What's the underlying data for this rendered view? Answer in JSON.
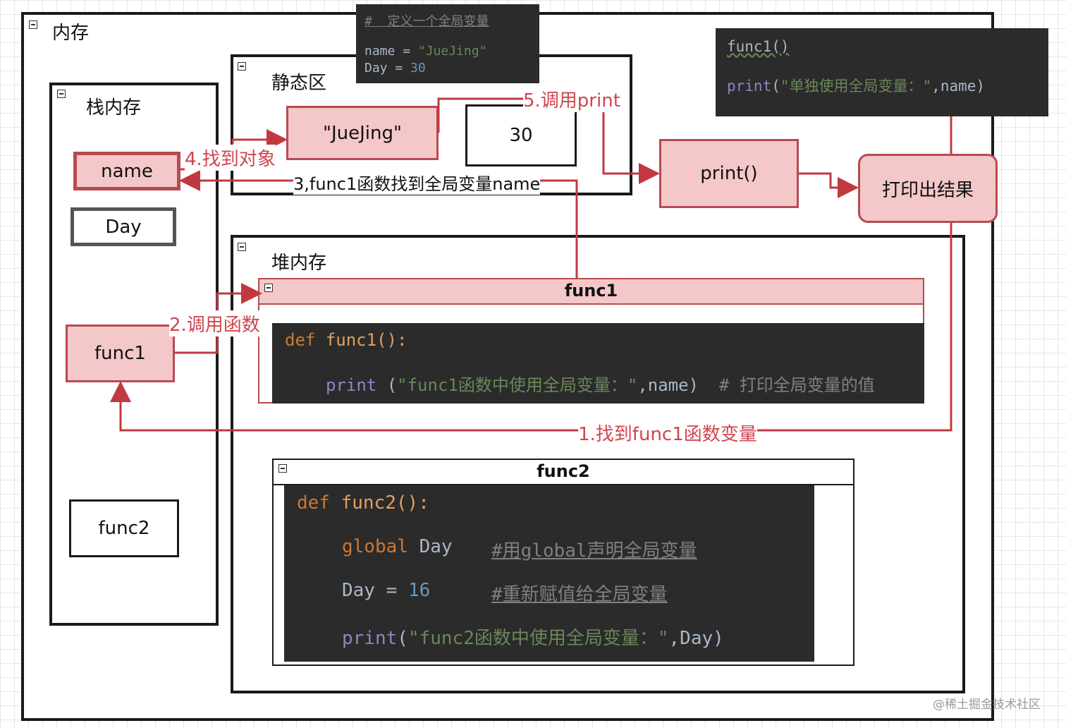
{
  "memory": {
    "title": "内存"
  },
  "stack": {
    "title": "栈内存",
    "items": {
      "name": "name",
      "day": "Day",
      "func1": "func1",
      "func2": "func2"
    }
  },
  "static_area": {
    "title": "静态区",
    "values": {
      "juejing": "\"JueJing\"",
      "thirty": "30"
    }
  },
  "heap": {
    "title": "堆内存",
    "func1_header": "func1",
    "func2_header": "func2"
  },
  "global_code": {
    "comment": "#  定义一个全局变量",
    "line1_name": "name",
    "line1_eq": " = ",
    "line1_str": "\"JueJing\"",
    "line2_name": "Day",
    "line2_eq": " = ",
    "line2_num": "30"
  },
  "call_code": {
    "line1": "func1()",
    "line2_fn": "print",
    "line2_open": "(",
    "line2_str": "\"单独使用全局变量：\"",
    "line2_rest": ",name)"
  },
  "func1_code": {
    "def_kw": "def",
    "def_name": " func1():",
    "print_fn": "print",
    "print_open": " (",
    "print_str": "\"func1函数中使用全局变量：\"",
    "print_rest": ",name)",
    "comment": "  # 打印全局变量的值"
  },
  "func2_code": {
    "def_kw": "def",
    "def_name": " func2():",
    "global_kw": "global",
    "global_var": " Day",
    "global_cmt": "#用global声明全局变量",
    "assign_var": "Day",
    "assign_eq": " = ",
    "assign_num": "16",
    "assign_cmt": "#重新赋值给全局变量",
    "print_fn": "print",
    "print_open": "(",
    "print_str": "\"func2函数中使用全局变量：\"",
    "print_rest": ",Day)"
  },
  "nodes": {
    "print": "print()",
    "result": "打印出结果"
  },
  "steps": {
    "s1": "1.找到func1函数变量",
    "s2": "2.调用函数",
    "s3": "3,func1函数找到全局变量name",
    "s4": "4.找到对象",
    "s5": "5.调用print"
  },
  "watermark": "@稀土掘金技术社区",
  "colors": {
    "accent_red": "#d0454e",
    "pink_fill": "#f4c7c9",
    "code_bg": "#2b2b2b"
  }
}
